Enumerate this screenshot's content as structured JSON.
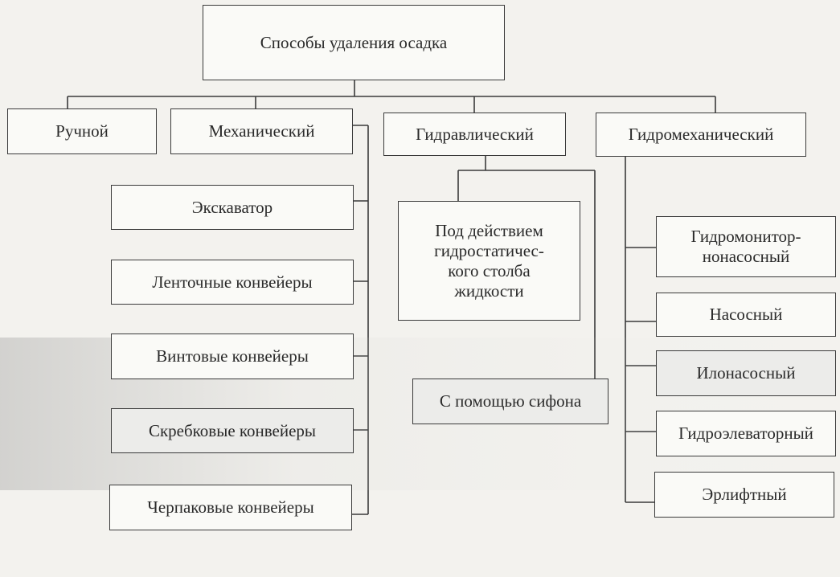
{
  "root": {
    "label": "Способы удаления осадка"
  },
  "categories": {
    "manual": "Ручной",
    "mechanical": "Механический",
    "hydraulic": "Гидравлический",
    "hydromechanical": "Гидромеханический"
  },
  "mechanical_items": [
    "Экскаватор",
    "Ленточные конвейеры",
    "Винтовые конвейеры",
    "Скребковые конвейеры",
    "Черпаковые конвейеры"
  ],
  "hydraulic_items": [
    "Под действием\nгидростатичес-\nкого столба\nжидкости",
    "С помощью сифона"
  ],
  "hydromechanical_items": [
    "Гидромонитор-\nнонасосный",
    "Насосный",
    "Илонасосный",
    "Гидроэлеваторный",
    "Эрлифтный"
  ]
}
